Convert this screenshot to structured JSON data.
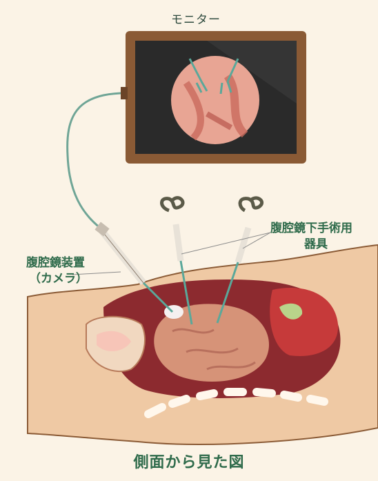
{
  "labels": {
    "monitor": "モニター",
    "camera_line1": "腹腔鏡装置",
    "camera_line2": "（カメラ）",
    "instruments_line1": "腹腔鏡下手術用",
    "instruments_line2": "器具",
    "caption": "側面から見た図"
  },
  "colors": {
    "background": "#fbf3e6",
    "label_green": "#2f6b4b",
    "monitor_frame": "#8a5a35",
    "skin": "#efc9a4",
    "organ_red": "#b9363a",
    "intestine": "#d69378"
  }
}
